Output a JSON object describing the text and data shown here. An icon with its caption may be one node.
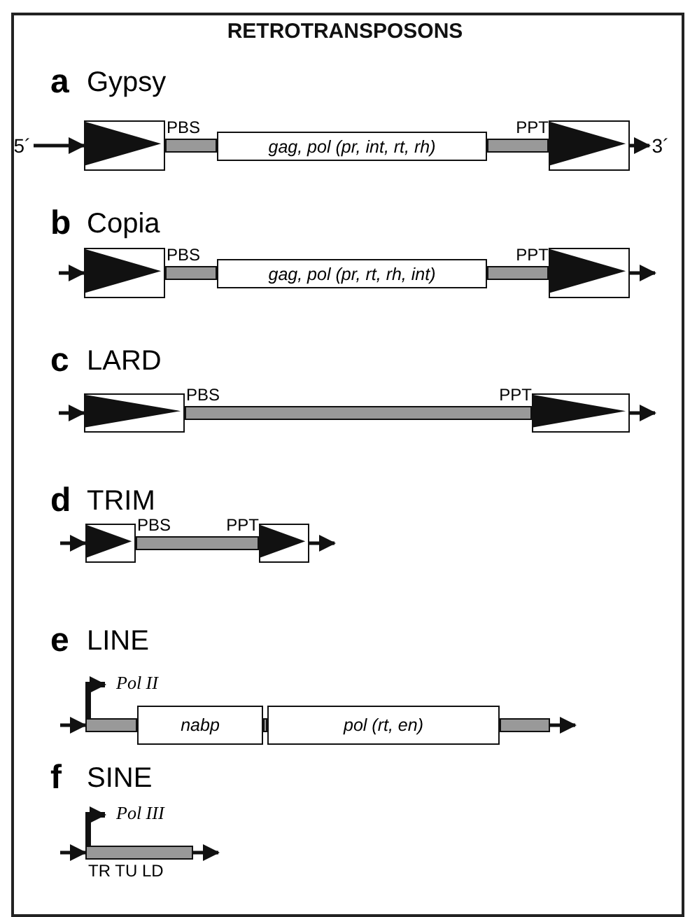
{
  "diagram": {
    "title": "RETROTRANSPOSONS",
    "nodes": [
      {
        "text": [
          "5´"
        ]
      },
      {
        "text": [],
        "shape": "box"
      },
      {
        "text": [],
        "shape": "bar",
        "beside": [
          "PBS"
        ]
      },
      {
        "text": [
          "gag, pol (pr, int, rt, rh)"
        ]
      },
      {
        "text": [],
        "shape": "bar",
        "beside": [
          "PPT"
        ]
      },
      {
        "text": [],
        "shape": "box"
      },
      {
        "text": [
          "3´"
        ]
      },
      {
        "text": [],
        "shape": "box"
      },
      {
        "text": [],
        "shape": "bar",
        "beside": [
          "PBS"
        ]
      },
      {
        "text": [
          "gag, pol (pr, rt, rh, int)"
        ]
      },
      {
        "text": [],
        "shape": "bar",
        "beside": [
          "PPT"
        ]
      },
      {
        "text": [],
        "shape": "box"
      },
      {
        "text": [],
        "shape": "box"
      },
      {
        "text": [],
        "shape": "bar",
        "beside": [
          "PBS",
          "PPT"
        ]
      },
      {
        "text": [],
        "shape": "box"
      },
      {
        "text": [],
        "shape": "box"
      },
      {
        "text": [],
        "shape": "bar",
        "beside": [
          "PBS",
          "PPT"
        ]
      },
      {
        "text": [],
        "shape": "box"
      },
      {
        "text": [],
        "shape": "bar"
      },
      {
        "text": [
          "nabp"
        ]
      },
      {
        "text": [],
        "shape": "bar"
      },
      {
        "text": [
          "pol (rt, en)"
        ]
      },
      {
        "text": [],
        "shape": "bar"
      },
      {
        "text": [],
        "shape": "bar",
        "beside": [
          "TR TU LD"
        ]
      }
    ],
    "edges": [
      {
        "from": 0,
        "to": 1,
        "arrow": "to"
      },
      {
        "from": 5,
        "to": 6,
        "arrow": "to"
      },
      {
        "from": null,
        "to": 7,
        "arrow": "to"
      },
      {
        "from": 11,
        "to": null,
        "arrow": "to"
      },
      {
        "from": null,
        "to": 12,
        "arrow": "to"
      },
      {
        "from": 14,
        "to": null,
        "arrow": "to"
      },
      {
        "from": null,
        "to": 15,
        "arrow": "to"
      },
      {
        "from": 17,
        "to": null,
        "arrow": "to"
      },
      {
        "from": null,
        "to": 18,
        "arrow": "to"
      },
      {
        "from": 22,
        "to": null,
        "arrow": "to"
      },
      {
        "from": null,
        "to": 23,
        "arrow": "to"
      },
      {
        "from": 23,
        "to": null,
        "arrow": "to"
      }
    ],
    "labels": [
      "a",
      "Gypsy",
      "b",
      "Copia",
      "c",
      "LARD",
      "d",
      "TRIM",
      "e",
      "LINE",
      "Pol II",
      "f",
      "SINE",
      "Pol III"
    ]
  }
}
